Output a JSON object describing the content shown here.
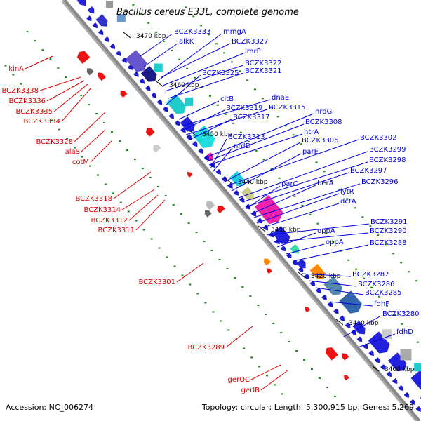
{
  "title": "Bacillus cereus E33L, complete genome",
  "footer": {
    "accession": "Accession: NC_006274",
    "summary": "Topology: circular; Length: 5,300,915 bp; Genes: 5,269"
  },
  "colors": {
    "forward_label": "#0000dd",
    "reverse_label": "#dd0000",
    "backbone": "#888888",
    "dots": "#228822"
  },
  "ticks": [
    "3470 kbp",
    "3460 kbp",
    "3450 kbp",
    "3440 kbp",
    "3430 kbp",
    "3420 kbp",
    "3410 kbp",
    "3400 kbp"
  ],
  "forward_labels": [
    "BCZK3333",
    "alkK",
    "mmgA",
    "BCZK3327",
    "lmrP",
    "BCZK3322",
    "BCZK3321",
    "BCZK3325",
    "citB",
    "dnaE",
    "BCZK3319",
    "BCZK3315",
    "BCZK3317",
    "nrdG",
    "BCZK3308",
    "htrA",
    "BCZK3313",
    "nrdD",
    "BCZK3306",
    "BCZK3302",
    "parE",
    "BCZK3299",
    "BCZK3298",
    "BCZK3297",
    "parC",
    "berA",
    "BCZK3296",
    "lytR",
    "dctA",
    "BCZK3291",
    "BCZK3290",
    "oppA",
    "oppA",
    "BCZK3288",
    "BCZK3287",
    "BCZK3286",
    "BCZK3285",
    "fdhF",
    "BCZK3280",
    "fdhD"
  ],
  "reverse_labels": [
    "kinA",
    "BCZK3338",
    "BCZK3336",
    "BCZK3335",
    "BCZK3334",
    "BCZK3328",
    "alaS",
    "cotM",
    "BCZK3318",
    "BCZK3314",
    "BCZK3312",
    "BCZK3311",
    "BCZK3301",
    "BCZK3289",
    "gerQC",
    "gerIB"
  ]
}
